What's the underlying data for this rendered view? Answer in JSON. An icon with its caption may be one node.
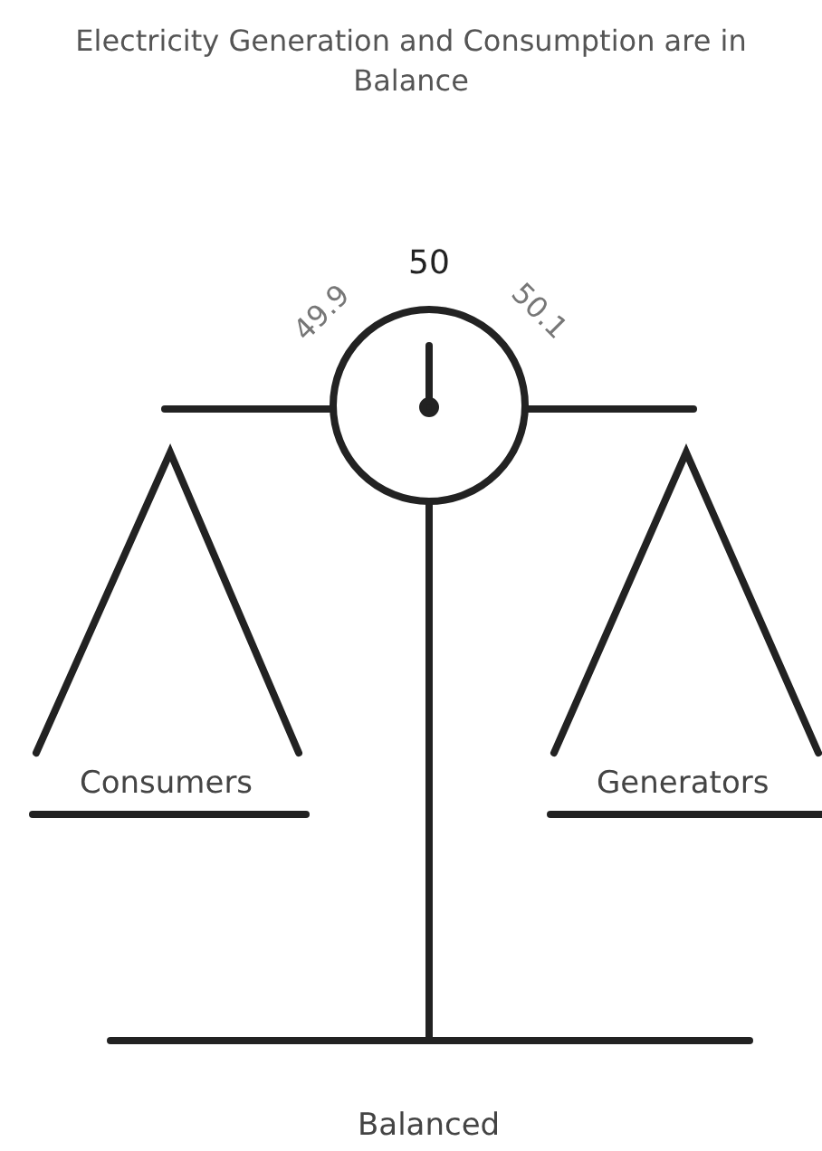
{
  "diagram": {
    "title": "Electricity Generation and Consumption are in Balance",
    "labels": [
      "49.9",
      "50",
      "50.1",
      "Consumers",
      "Generators",
      "Balanced"
    ]
  }
}
